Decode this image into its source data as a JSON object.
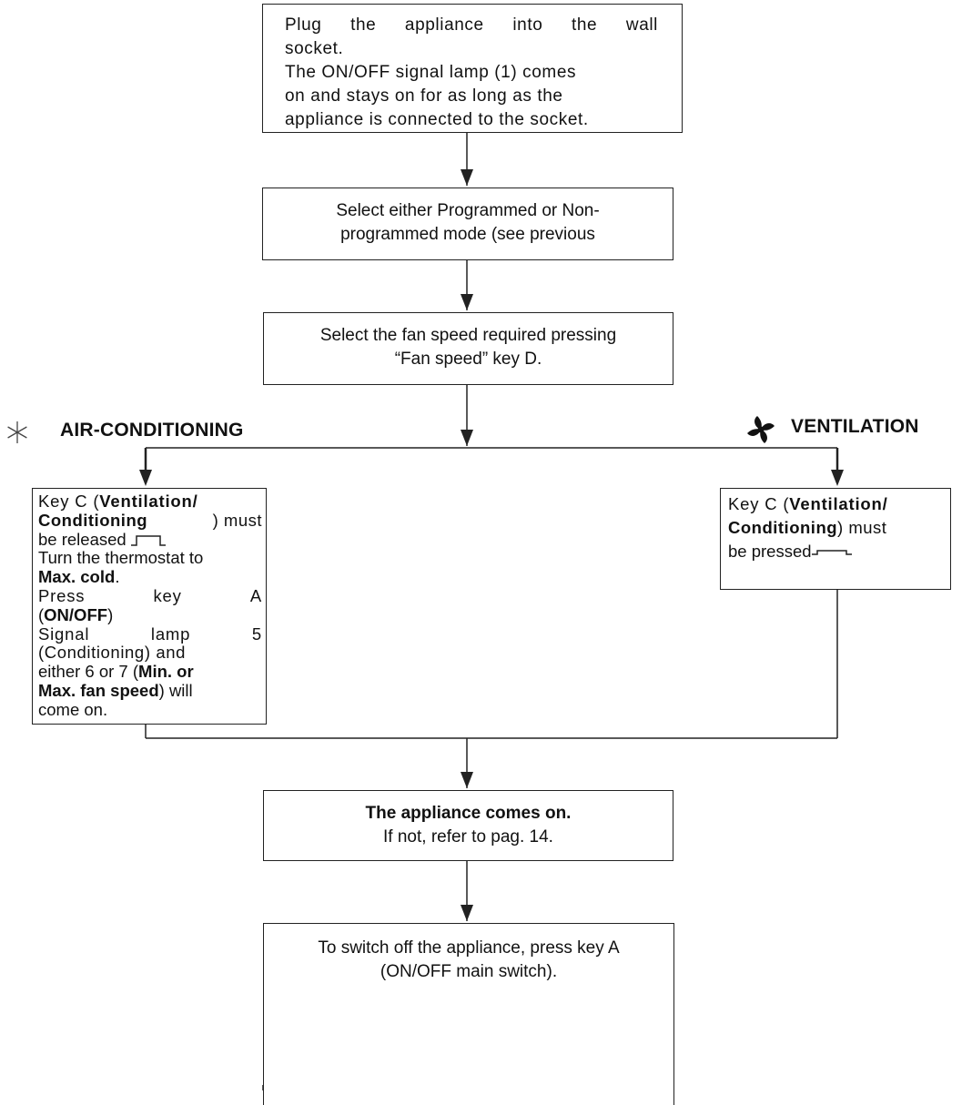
{
  "step1": {
    "line1": "Plug the appliance into the wall",
    "line2": "socket.",
    "line3": "The ON/OFF signal lamp (1) comes",
    "line4": "on and stays on for as long as the",
    "line5": "appliance is connected to the socket."
  },
  "step2": {
    "line1": "Select either Programmed or Non-",
    "line2": "programmed mode (see previous"
  },
  "step3": {
    "line1": "Select the fan speed required pressing",
    "line2": "“Fan speed” key D."
  },
  "branches": {
    "left_heading": "AIR-CONDITIONING",
    "left_icon": "snowflake-icon",
    "right_heading": "VENTILATION",
    "right_icon": "fan-icon"
  },
  "left_box": {
    "l1a": "Key C (",
    "l1b": "Ventilation/",
    "l2a": "Conditioning",
    "l2b": ") must",
    "l3": "be released",
    "l4": "Turn the thermostat to",
    "l5a": "Max. cold",
    "l5b": ".",
    "l6a": "Press",
    "l6b": "key",
    "l6c": "A",
    "l7a": "(",
    "l7b": "ON/OFF",
    "l7c": ")",
    "l8a": "Signal",
    "l8b": "lamp",
    "l8c": "5",
    "l9": "(Conditioning) and",
    "l10a": "either 6 or 7 (",
    "l10b": "Min. or",
    "l11a": "Max. fan speed",
    "l11b": ") will",
    "l12": "come on."
  },
  "right_box": {
    "l1a": "Key C (",
    "l1b": "Ventilation/",
    "l2a": "Conditioning",
    "l2b": ") must",
    "l3": "be pressed"
  },
  "step5": {
    "line1": "The appliance comes on.",
    "line2": "If not, refer to pag. 14."
  },
  "step6": {
    "line1": "To switch off the appliance, press key A",
    "line2": "(ON/OFF main switch)."
  }
}
